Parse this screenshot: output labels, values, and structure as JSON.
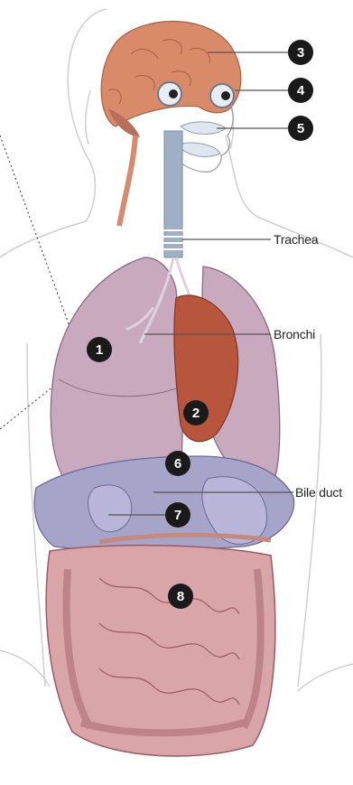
{
  "labels": {
    "trachea": "Trachea",
    "bronchi": "Bronchi",
    "bile_duct": "Bile duct"
  },
  "markers": {
    "m1": "1",
    "m2": "2",
    "m3": "3",
    "m4": "4",
    "m5": "5",
    "m6": "6",
    "m7": "7",
    "m8": "8"
  },
  "colors": {
    "badge": "#1a1a1a",
    "lung": "#c9a9bd",
    "heart": "#b8553d",
    "brain": "#d98a68",
    "liver": "#a7a4c9",
    "intestine": "#d9a5a8",
    "outline": "#c8c8c8"
  }
}
